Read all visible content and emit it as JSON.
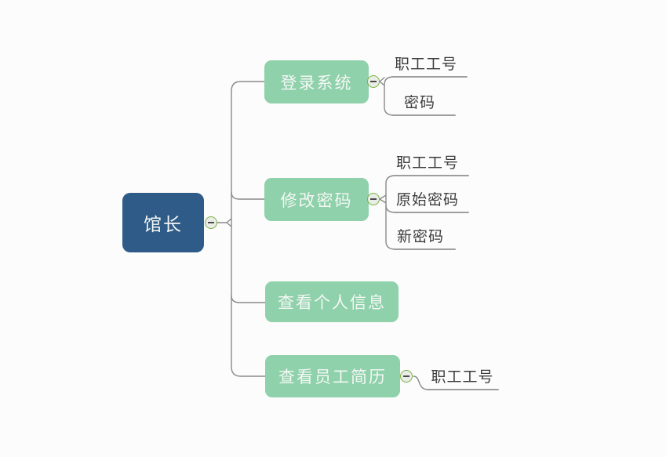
{
  "palette": {
    "canvas_bg": "#fcfcfc",
    "root_bg": "#2f5b88",
    "branch_bg": "#8ed1aa",
    "node_text": "#f4f7f5",
    "leaf_text": "#3d3d3d",
    "line": "#8a8a8a",
    "underline": "#9e9e9e",
    "toggle_border": "#79b43f",
    "toggle_fill": "#eaece8",
    "toggle_glyph": "#4a4a4a"
  },
  "icons": {
    "collapse_toggle": "minus-icon"
  },
  "root": {
    "label": "馆长"
  },
  "branches": [
    {
      "label": "登录系统",
      "children": [
        {
          "label": "职工工号"
        },
        {
          "label": "密码"
        }
      ]
    },
    {
      "label": "修改密码",
      "children": [
        {
          "label": "职工工号"
        },
        {
          "label": "原始密码"
        },
        {
          "label": "新密码"
        }
      ]
    },
    {
      "label": "查看个人信息",
      "children": []
    },
    {
      "label": "查看员工简历",
      "children": [
        {
          "label": "职工工号"
        }
      ]
    }
  ]
}
